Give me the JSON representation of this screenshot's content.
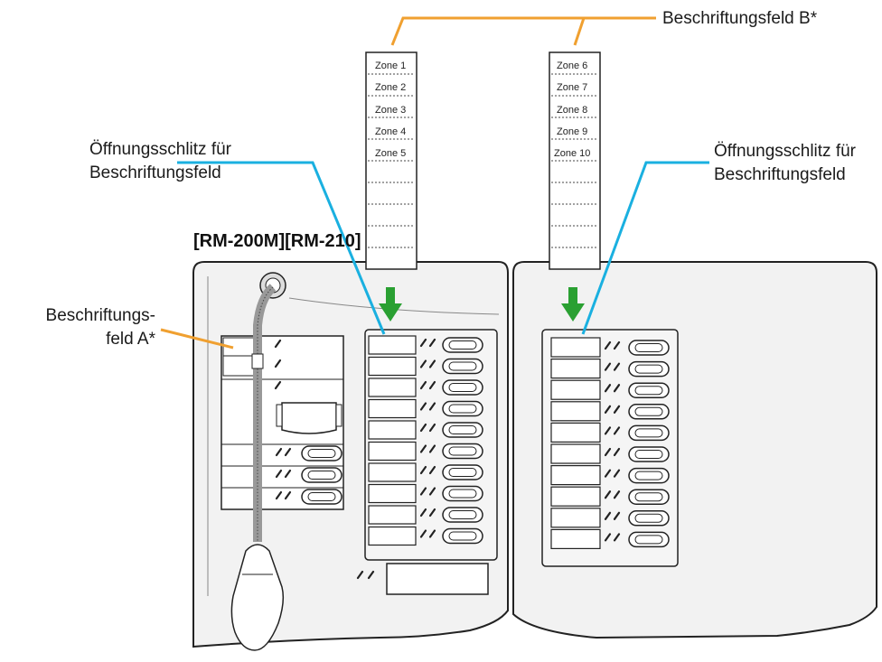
{
  "labels": {
    "field_b": "Beschriftungsfeld B*",
    "slot_left_line1": "Öffnungsschlitz für",
    "slot_left_line2": "Beschriftungsfeld",
    "slot_right_line1": "Öffnungsschlitz für",
    "slot_right_line2": "Beschriftungsfeld",
    "field_a_line1": "Beschriftungs-",
    "field_a_line2": "feld A*",
    "model": "[RM-200M][RM-210]"
  },
  "strips": {
    "left": [
      "Zone 1",
      "Zone 2",
      "Zone 3",
      "Zone 4",
      "Zone 5"
    ],
    "right": [
      "Zone 6",
      "Zone 7",
      "Zone 8",
      "Zone 9",
      "Zone 10"
    ]
  },
  "colors": {
    "leader_orange": "#f0a030",
    "leader_blue": "#1ab0e0",
    "arrow_green": "#2aa032",
    "outline": "#222222"
  }
}
